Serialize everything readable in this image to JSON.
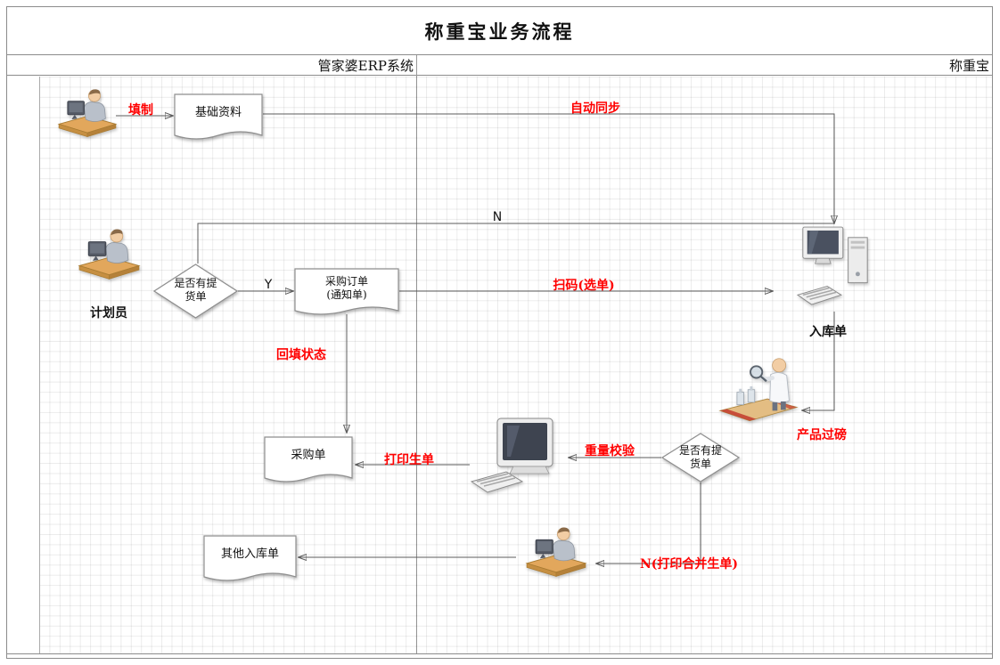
{
  "title": "称重宝业务流程",
  "lanes": {
    "left": "管家婆ERP系统",
    "right": "称重宝"
  },
  "nodes": {
    "basic_data": "基础资料",
    "planner": "计划员",
    "decision_pickup_1": {
      "line1": "是否有提",
      "line2": "货单"
    },
    "purchase_order_notice": {
      "line1": "采购订单",
      "line2": "(通知单)"
    },
    "purchase_order": "采购单",
    "warehouse_receipt": "入库单",
    "decision_pickup_2": {
      "line1": "是否有提",
      "line2": "货单"
    },
    "other_warehouse_receipt": "其他入库单"
  },
  "edge_labels": {
    "fill_in": "填制",
    "auto_sync": "自动同步",
    "no_branch": "N",
    "yes_branch": "Y",
    "scan_select": "扫码(选单)",
    "backfill_status": "回填状态",
    "print_create_order": "打印生单",
    "weight_verify": "重量校验",
    "product_weighing": "产品过磅",
    "n_print_merge": "N(打印合并生单)"
  },
  "icons": {
    "erp_user": "person-at-computer-icon",
    "planner_user": "person-at-computer-icon",
    "operator_user": "person-at-computer-icon",
    "warehouse_computer": "desktop-computer-icon",
    "verify_computer": "crt-computer-icon",
    "inspector": "inspector-magnifier-icon"
  },
  "colors": {
    "annotation_red": "#ff0000",
    "connector": "#5b5b5b",
    "shape_border": "#8f8f8f",
    "grid": "#ebebeb"
  }
}
